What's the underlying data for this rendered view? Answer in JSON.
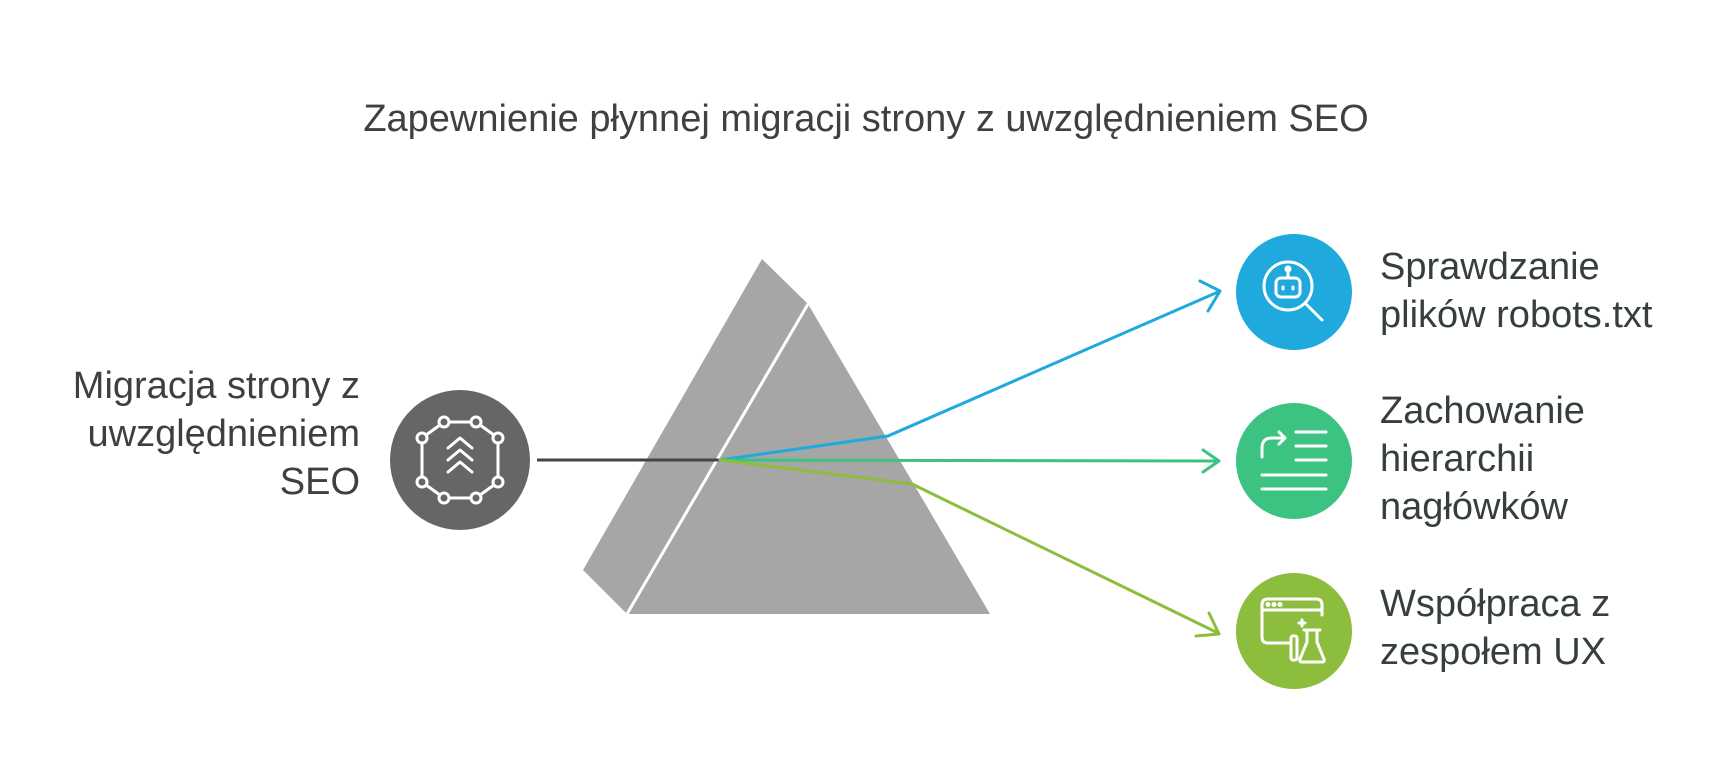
{
  "title": "Zapewnienie płynnej migracji strony z uwzględnieniem SEO",
  "input": {
    "label": "Migracja strony z uwzględnieniem SEO",
    "icon": "network-upgrade-icon",
    "color": "#666666"
  },
  "prism_color": "#a6a6a6",
  "outputs": [
    {
      "label": "Sprawdzanie plików robots.txt",
      "icon": "robot-search-icon",
      "color": "#1fa9dc"
    },
    {
      "label": "Zachowanie hierarchii nagłówków",
      "icon": "text-hierarchy-icon",
      "color": "#3dc381"
    },
    {
      "label": "Współpraca z zespołem UX",
      "icon": "browser-lab-icon",
      "color": "#8cbd3c"
    }
  ]
}
